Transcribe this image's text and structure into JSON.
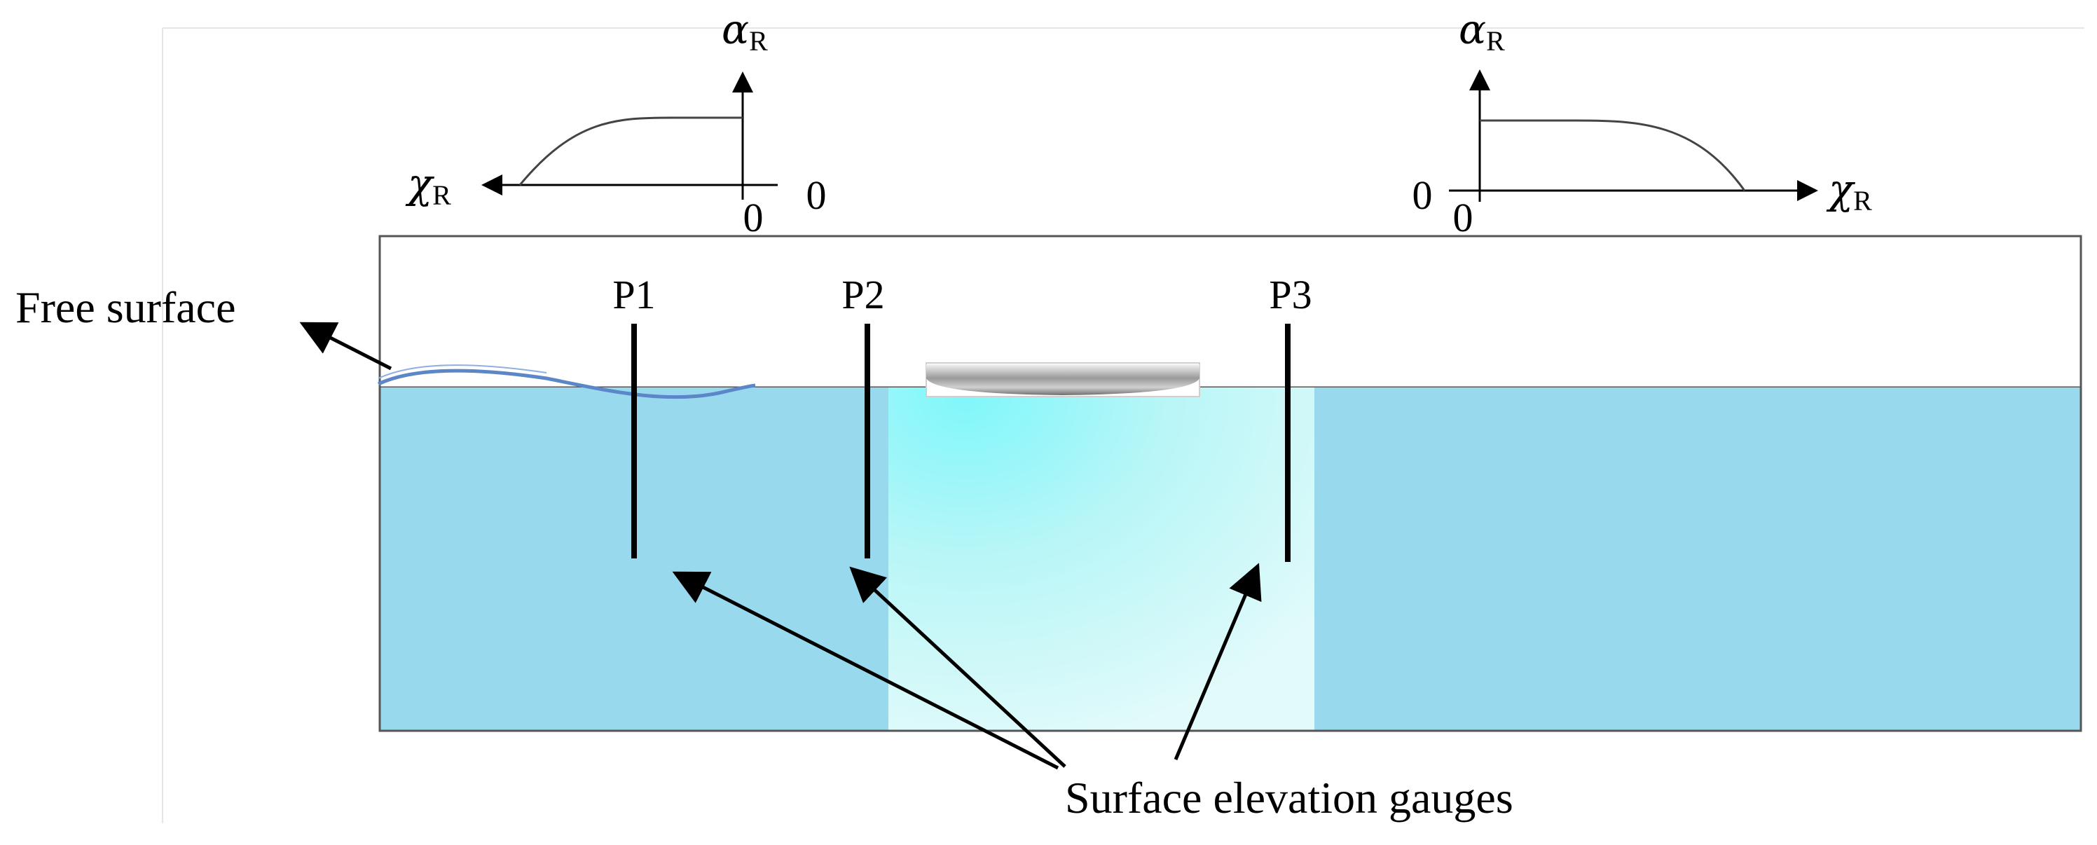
{
  "labels": {
    "free_surface": "Free surface",
    "gauges_caption": "Surface elevation gauges",
    "gauge_1": "P1",
    "gauge_2": "P2",
    "gauge_3": "P3"
  },
  "left_axes": {
    "y_symbol": "α",
    "y_subscript": "R",
    "x_symbol": "χ",
    "x_subscript": "R",
    "origin_x_label": "0",
    "origin_y_label": "0"
  },
  "right_axes": {
    "y_symbol": "α",
    "y_subscript": "R",
    "x_symbol": "χ",
    "x_subscript": "R",
    "origin_x_label": "0",
    "origin_y_label": "0"
  },
  "colors": {
    "water": "#99d9ee",
    "center_zone_light": "#e2fafa",
    "center_zone_glow": "#7ff7fb",
    "wave_line": "#5b86c8",
    "tank_border": "#555555",
    "ink": "#000000"
  }
}
